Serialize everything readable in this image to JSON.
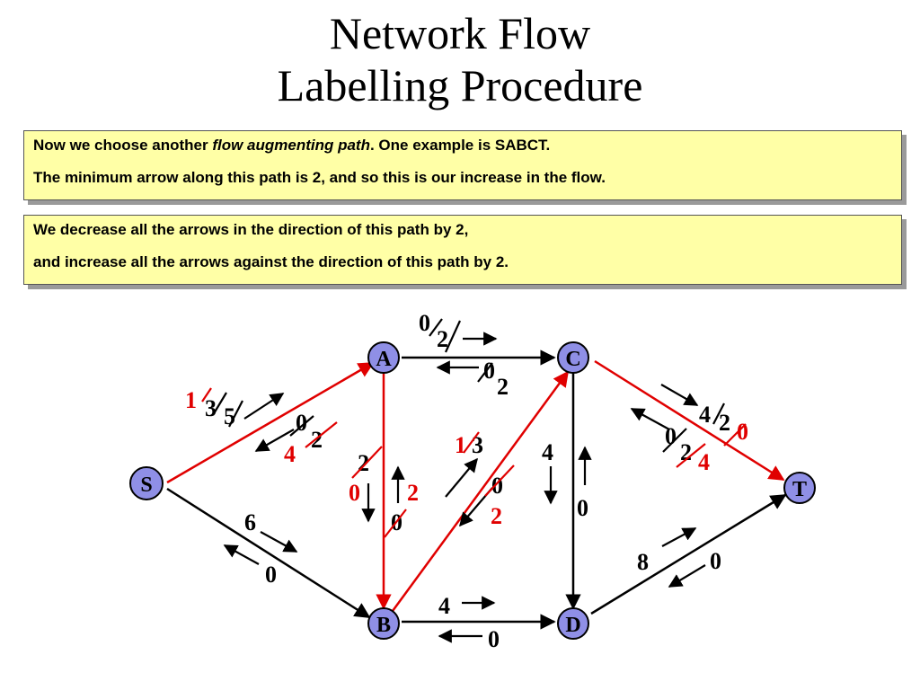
{
  "title": {
    "line1": "Network Flow",
    "line2": "Labelling Procedure"
  },
  "box1": {
    "p1_a": "Now we choose another ",
    "p1_em": "flow augmenting path",
    "p1_b": ".  One example is SABCT.",
    "p2": "The minimum arrow along this path is 2, and so this is our increase in the flow."
  },
  "box2": {
    "p1": "We decrease all the arrows in the direction of this path by 2,",
    "p2": "and increase all the arrows against the direction of this path by 2."
  },
  "nodes": {
    "S": "S",
    "A": "A",
    "B": "B",
    "C": "C",
    "D": "D",
    "T": "T"
  },
  "labels": {
    "ac_top_old": "0",
    "ac_top_new": "2",
    "ca_bot_old": "0",
    "ca_bot_new": "2",
    "sa_up_new2": "1",
    "sa_up_old1": "3",
    "sa_up_old0": "5",
    "as_down_old": "0",
    "as_down_mid": "2",
    "as_down_new": "4",
    "ab_down_old": "2",
    "ab_down_new": "0",
    "ba_up_new": "2",
    "ba_up_old": "0",
    "bc_up_new": "1",
    "bc_up_old": "3",
    "cb_down_old": "0",
    "cb_down_new": "2",
    "cd_down": "4",
    "dc_up": "0",
    "ct_down_old": "4",
    "ct_down_mid": "2",
    "ct_down_new": "0",
    "tc_up_old": "0",
    "tc_up_mid": "2",
    "tc_up_new": "4",
    "sb_down": "6",
    "bs_up": "0",
    "dt_up": "8",
    "td_down": "0",
    "bd_right": "4",
    "db_left": "0"
  },
  "colors": {
    "path": "#e00000",
    "node_fill": "#8f8fe6",
    "box_bg": "#ffffa6",
    "edge": "#000000"
  }
}
